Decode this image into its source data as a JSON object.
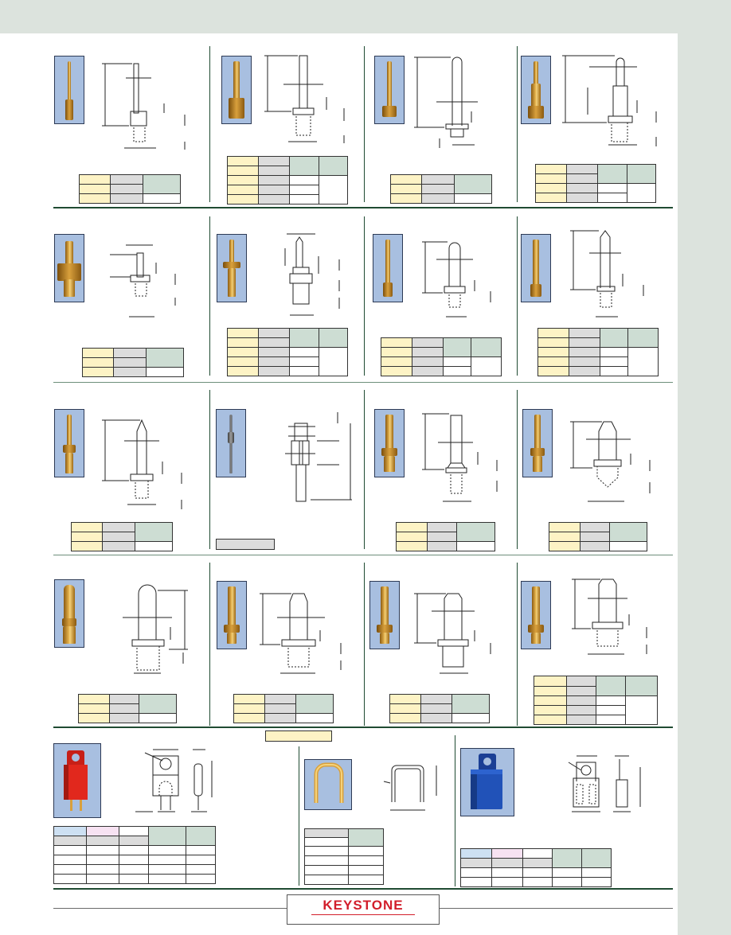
{
  "brand": {
    "logo_text": "KEYSTONE",
    "accent_color": "#d21e2b",
    "frame_color": "#1f4b32",
    "sidebar_color": "#dce3dd"
  },
  "rows": [
    {
      "index": 1,
      "cells": [
        {
          "id": "r1c1",
          "item": "slim test pin with collar"
        },
        {
          "id": "r1c2",
          "item": "test pin with hex collar"
        },
        {
          "id": "r1c3",
          "item": "test pin with flanged base"
        },
        {
          "id": "r1c4",
          "item": "stepped test pin"
        }
      ]
    },
    {
      "index": 2,
      "cells": [
        {
          "id": "r2c1",
          "item": "wide-head test pin"
        },
        {
          "id": "r2c2",
          "item": "collared test pin"
        },
        {
          "id": "r2c3",
          "item": "round-top test pin"
        },
        {
          "id": "r2c4",
          "item": "pointed-top test pin"
        }
      ]
    },
    {
      "index": 3,
      "cells": [
        {
          "id": "r3c1",
          "item": "conical test pin"
        },
        {
          "id": "r3c2",
          "item": "split test pin"
        },
        {
          "id": "r3c3",
          "item": "flat-top test pin"
        },
        {
          "id": "r3c4",
          "item": "diamond test pin"
        }
      ]
    },
    {
      "index": 4,
      "cells": [
        {
          "id": "r4c1",
          "item": "round-head test pin"
        },
        {
          "id": "r4c2",
          "item": "tapered test pin"
        },
        {
          "id": "r4c3",
          "item": "chamfered test pin"
        },
        {
          "id": "r4c4",
          "item": "chamfered test pin"
        }
      ]
    },
    {
      "index": 5,
      "cells": [
        {
          "id": "r5c1",
          "item": "red shorting jumper",
          "color": "#d72a1f"
        },
        {
          "id": "r5c2",
          "item": "U-shaped jumper wire"
        },
        {
          "id": "r5c3",
          "item": "blue shorting jumper",
          "color": "#1e47a6"
        }
      ]
    }
  ]
}
